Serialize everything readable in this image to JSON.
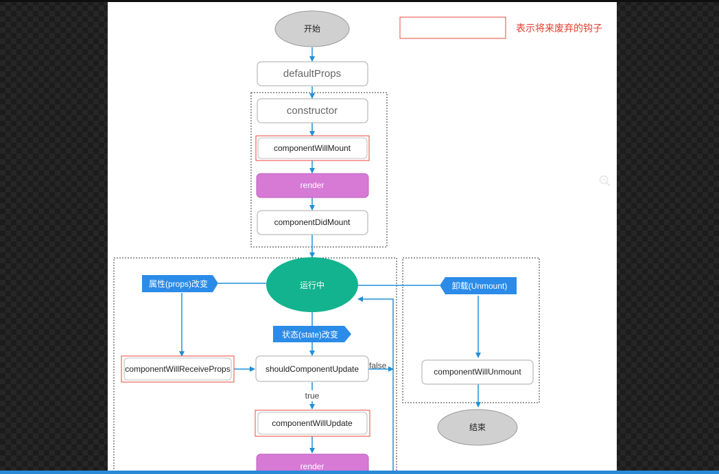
{
  "legend": {
    "text": "表示将来废弃的钩子"
  },
  "nodes": {
    "start": "开始",
    "default_props": "defaultProps",
    "constructor": "constructor",
    "will_mount": "componentWillMount",
    "render_mount": "render",
    "did_mount": "componentDidMount",
    "running": "运行中",
    "props_change": "属性(props)改变",
    "state_change": "状态(state)改变",
    "unmount": "卸载(Unmount)",
    "will_receive_props": "componentWillReceiveProps",
    "should_update": "shouldComponentUpdate",
    "will_update": "componentWillUpdate",
    "render_update": "render",
    "will_unmount": "componentWillUnmount",
    "end": "结束"
  },
  "edges": {
    "false_label": "false",
    "true_label": "true"
  },
  "colors": {
    "arrow": "#1e90d6",
    "deprecated_border": "#e8473c",
    "render_fill": "#d67ad6",
    "running_fill": "#13b38f",
    "tag_fill": "#2b8be8",
    "ellipse_fill": "#d0d0d0"
  },
  "toolbar": {
    "zoom_icon": "zoom-out-icon"
  }
}
